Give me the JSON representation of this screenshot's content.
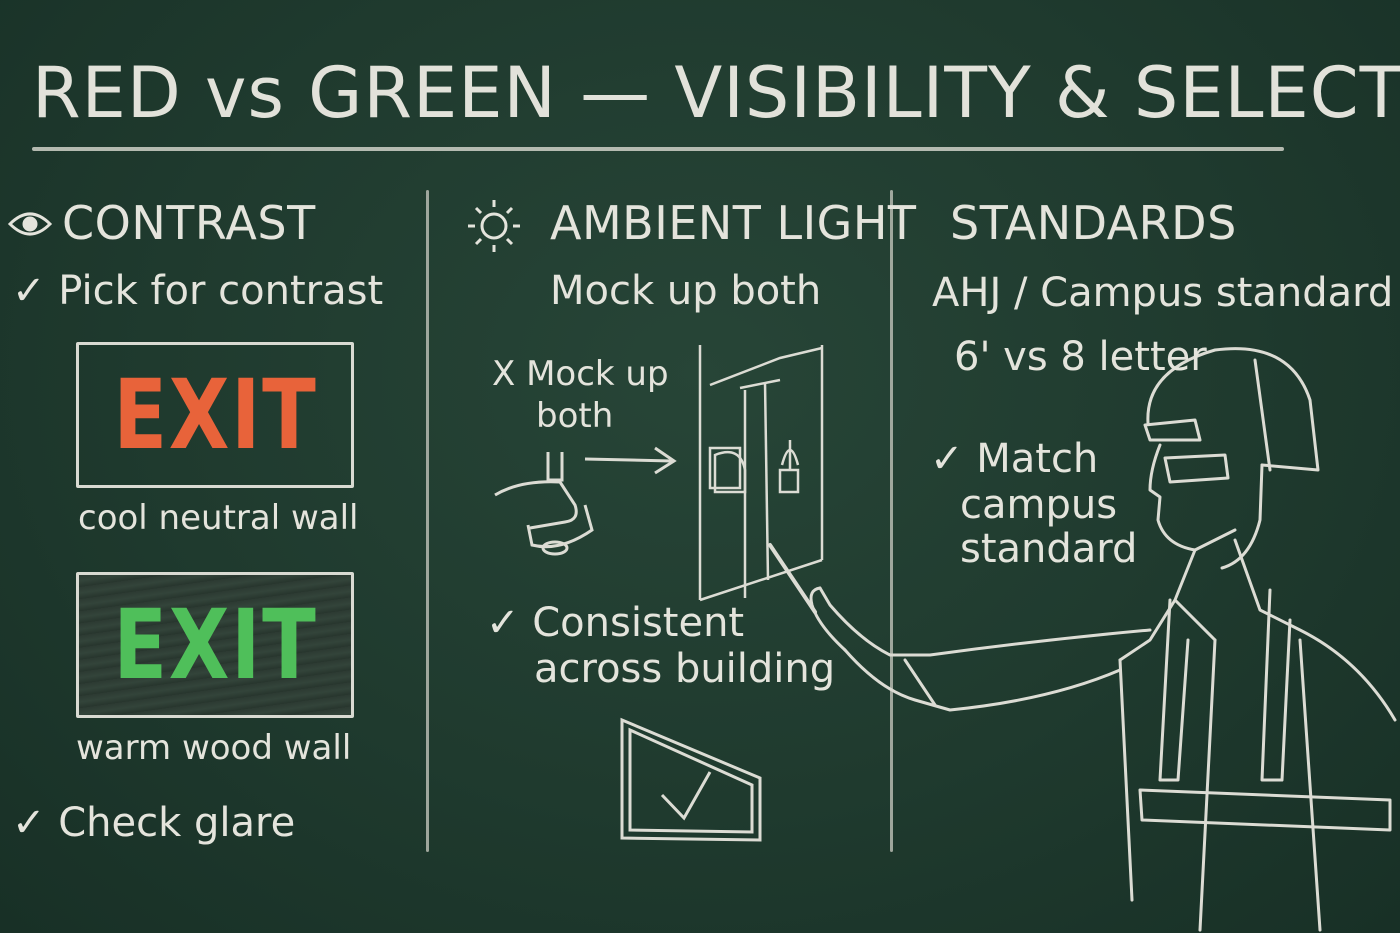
{
  "title": "RED vs GREEN — VISIBILITY & SELECTION",
  "columns": {
    "contrast": {
      "icon": "eye-icon",
      "heading": "CONTRAST",
      "check1": "✓ Pick for contrast",
      "sign_red": "EXIT",
      "caption_red": "cool neutral wall",
      "sign_green": "EXIT",
      "caption_green": "warm wood wall",
      "check2": "✓ Check glare"
    },
    "ambient": {
      "icon": "sun-icon",
      "heading": "AMBIENT LIGHT",
      "subtitle": "Mock up both",
      "x_note_line1": "X Mock up",
      "x_note_line2": "both",
      "check_line1": "✓ Consistent",
      "check_line2": "across building"
    },
    "standards": {
      "heading": "STANDARDS",
      "line1": "AHJ / Campus standard",
      "line2": "6' vs 8 letter",
      "check_line1": "✓ Match",
      "check_line2": "campus",
      "check_line3": "standard"
    }
  },
  "colors": {
    "board": "#1f3a2e",
    "chalk": "#e4e4dc",
    "exit_red": "#e8633a",
    "exit_green": "#4fbf5a"
  }
}
